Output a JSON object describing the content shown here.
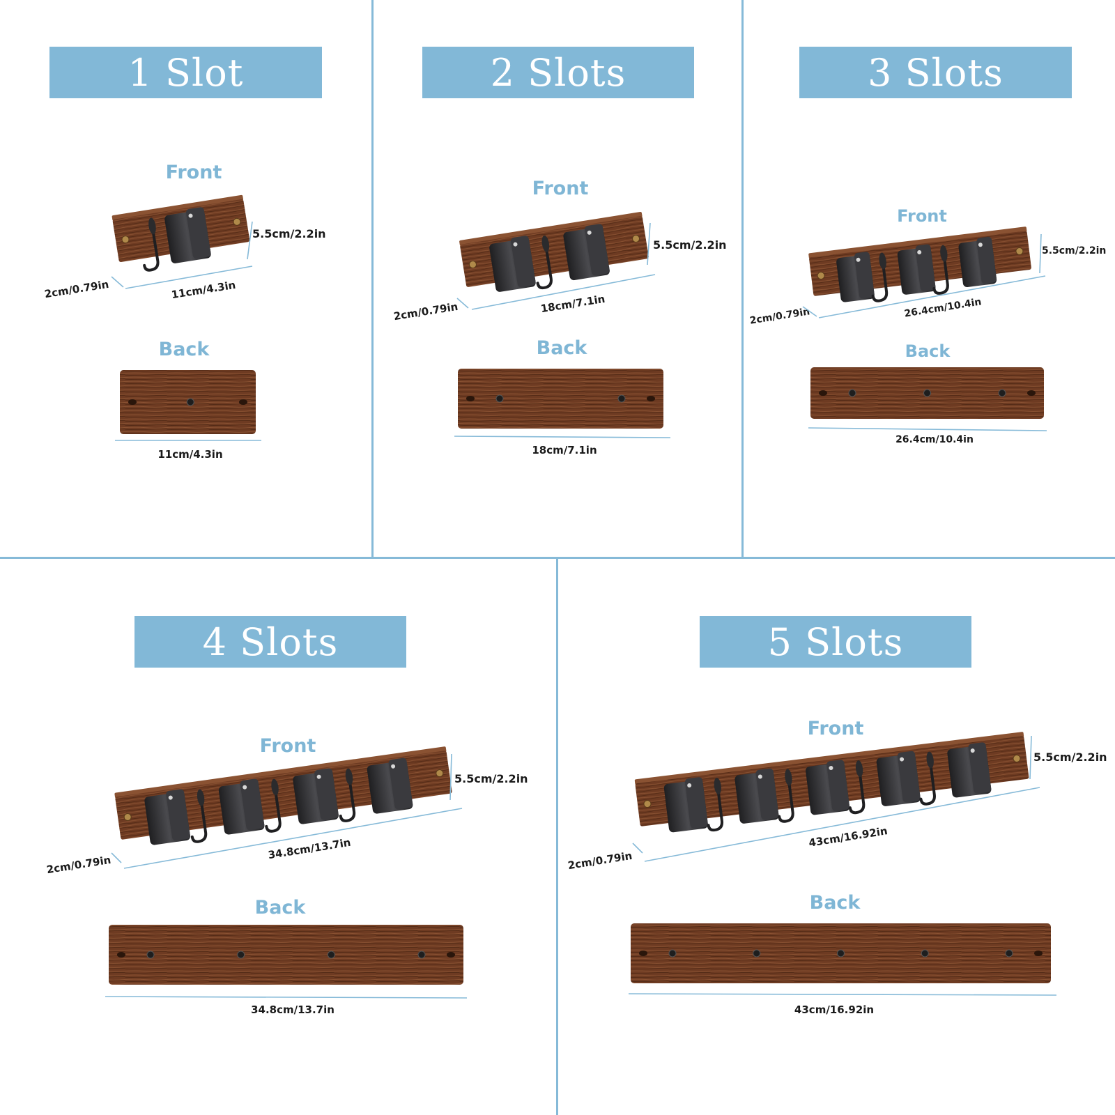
{
  "colors": {
    "banner": "#82b8d7",
    "label": "#7fb6d5",
    "divider": "#86bad8",
    "wood": "#6e3b22",
    "metal": "#2b2b2d"
  },
  "panels": [
    {
      "title": "1 Slot",
      "front_label": "Front",
      "back_label": "Back",
      "height_dim": "5.5cm/2.2in",
      "depth_dim": "2cm/0.79in",
      "length_dim": "11cm/4.3in",
      "back_length_dim": "11cm/4.3in",
      "slots": 1
    },
    {
      "title": "2 Slots",
      "front_label": "Front",
      "back_label": "Back",
      "height_dim": "5.5cm/2.2in",
      "depth_dim": "2cm/0.79in",
      "length_dim": "18cm/7.1in",
      "back_length_dim": "18cm/7.1in",
      "slots": 2
    },
    {
      "title": "3 Slots",
      "front_label": "Front",
      "back_label": "Back",
      "height_dim": "5.5cm/2.2in",
      "depth_dim": "2cm/0.79in",
      "length_dim": "26.4cm/10.4in",
      "back_length_dim": "26.4cm/10.4in",
      "slots": 3
    },
    {
      "title": "4 Slots",
      "front_label": "Front",
      "back_label": "Back",
      "height_dim": "5.5cm/2.2in",
      "depth_dim": "2cm/0.79in",
      "length_dim": "34.8cm/13.7in",
      "back_length_dim": "34.8cm/13.7in",
      "slots": 4
    },
    {
      "title": "5 Slots",
      "front_label": "Front",
      "back_label": "Back",
      "height_dim": "5.5cm/2.2in",
      "depth_dim": "2cm/0.79in",
      "length_dim": "43cm/16.92in",
      "back_length_dim": "43cm/16.92in",
      "slots": 5
    }
  ]
}
